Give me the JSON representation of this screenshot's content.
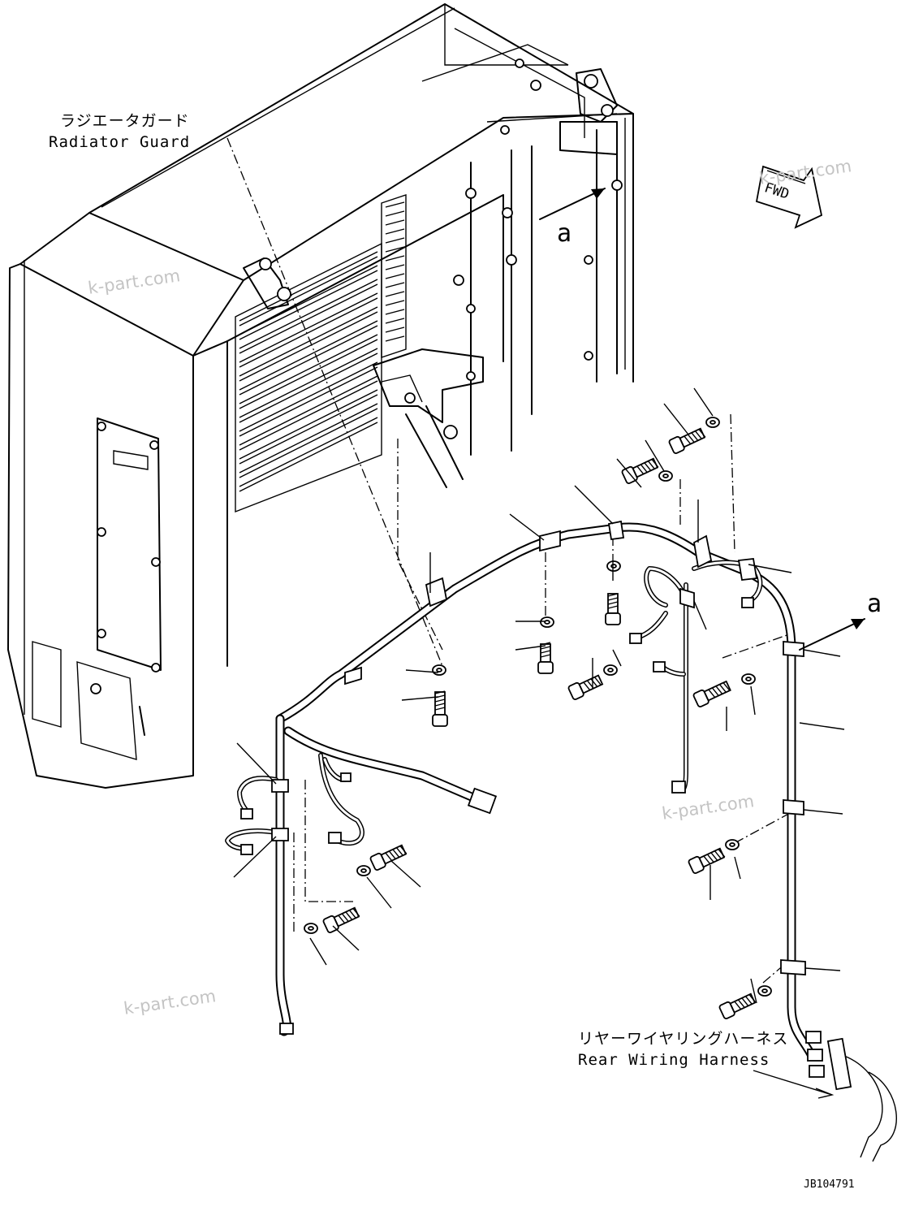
{
  "labels": {
    "radiator_guard_jp": "ラジエータガード",
    "radiator_guard_en": "Radiator Guard",
    "rear_harness_jp": "リヤーワイヤリングハーネス",
    "rear_harness_en": "Rear Wiring Harness",
    "view_a": "a",
    "fwd": "FWD",
    "drawing_code": "JB104791"
  },
  "watermarks": [
    "k-part.com",
    "k-part.com",
    "k-part.com",
    "k-part.com"
  ]
}
